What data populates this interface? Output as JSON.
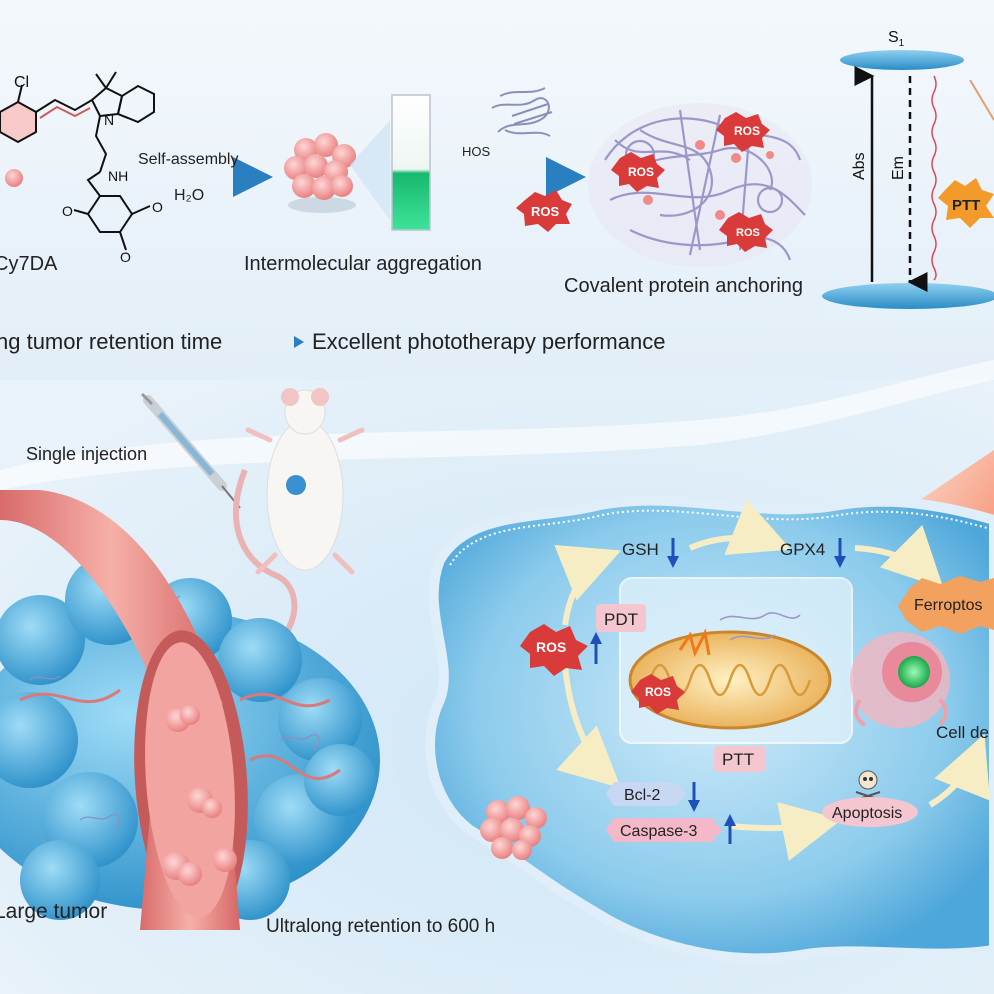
{
  "top": {
    "molecule": {
      "cl_label": "Cl",
      "nh_label": "NH",
      "n_label": "N",
      "o1_label": "O",
      "o2_label": "O",
      "name_label": "Cy7DA"
    },
    "self_assembly_label": "Self-assembly",
    "water_label": "H₂O",
    "aggregation_label": "Intermolecular aggregation",
    "hos_label": "HOS",
    "ros_label": "ROS",
    "anchoring_label": "Covalent protein anchoring",
    "energy": {
      "s1_label": "S",
      "s1_sub": "1",
      "abs_label": "Abs",
      "em_label": "Em",
      "ptt_label": "PTT"
    },
    "feature_left": "ng tumor retention time",
    "feature_right": "Excellent phototherapy performance"
  },
  "bottom": {
    "injection_label": "Single injection",
    "tumor_label": "Large tumor",
    "retention_label": "Ultralong retention to 600 h",
    "cell": {
      "gsh_label": "GSH",
      "gpx4_label": "GPX4",
      "ferroptosis_label": "Ferroptos",
      "pdt_label": "PDT",
      "ros_label": "ROS",
      "ros_mito_label": "ROS",
      "ptt_label": "PTT",
      "bcl2_label": "Bcl-2",
      "caspase_label": "Caspase-3",
      "apoptosis_label": "Apoptosis",
      "cell_death_label": "Cell de"
    }
  },
  "colors": {
    "ros_red": "#d93a3a",
    "arrow_blue": "#1f4fb8",
    "vessel_pink": "#e88a8a",
    "tumor_blue": "#3aa7d9",
    "dye_green": "#22c47a",
    "pink_badge": "#f4b9c8",
    "blue_badge": "#c8d8f2"
  }
}
